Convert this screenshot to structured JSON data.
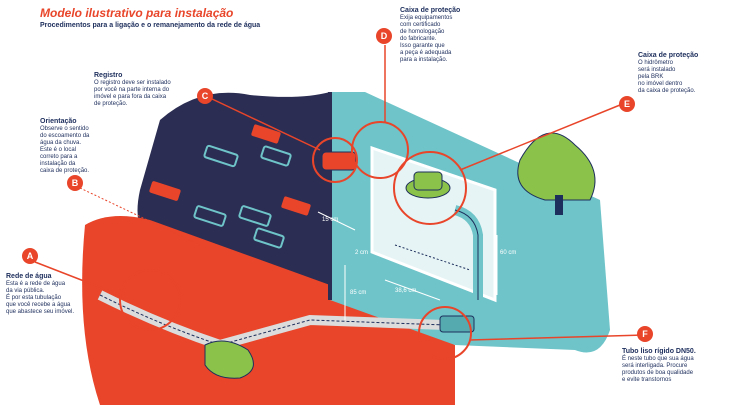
{
  "header": {
    "title": "Modelo ilustrativo para instalação",
    "subtitle": "Procedimentos para a ligação e o remanejamento da rede de água"
  },
  "annotations": {
    "a": {
      "badge": "A",
      "heading": "Rede de água",
      "lines": [
        "Esta é a rede de água",
        "da via pública.",
        "É por esta tubulação",
        "que você recebe a água",
        "que abastece seu imóvel."
      ]
    },
    "b": {
      "badge": "B",
      "heading": "Orientação",
      "lines": [
        "Observe o sentido",
        "do escoamento da",
        "água da chuva.",
        "Este é o local",
        "correto para a",
        "instalação da",
        "caixa de proteção."
      ]
    },
    "c": {
      "badge": "C",
      "heading": "Registro",
      "lines": [
        "O registro deve ser instalado",
        "por você na parte interna do",
        "imóvel e para fora da caixa",
        "de proteção."
      ]
    },
    "d": {
      "badge": "D",
      "heading": "Caixa de proteção",
      "lines": [
        "Exija equipamentos",
        "com certificado",
        "de homologação",
        "do fabricante.",
        "Isso garante que",
        "a peça é adequada",
        "para a instalação."
      ]
    },
    "e": {
      "badge": "E",
      "heading": "Caixa de proteção",
      "lines": [
        "O hidrômetro",
        "será instalado",
        "pela BRK",
        "no imóvel dentro",
        "da caixa de proteção."
      ]
    },
    "f": {
      "badge": "F",
      "heading": "Tubo liso rígido DN50.",
      "lines": [
        "É neste tubo que sua água",
        "será interligada. Procure",
        "produtos de boa qualidade",
        "e evite transtornos"
      ]
    }
  },
  "dimensions": {
    "d15": "15 cm",
    "d2": "2 cm",
    "d38": "38,6 cm",
    "d60": "60 cm",
    "d85": "85 cm"
  },
  "colors": {
    "orange": "#e8452a",
    "navy": "#2b2d52",
    "teal": "#6ec4c9",
    "tealDark": "#55aab0",
    "green": "#8bc34a",
    "text": "#1d2e5c"
  }
}
